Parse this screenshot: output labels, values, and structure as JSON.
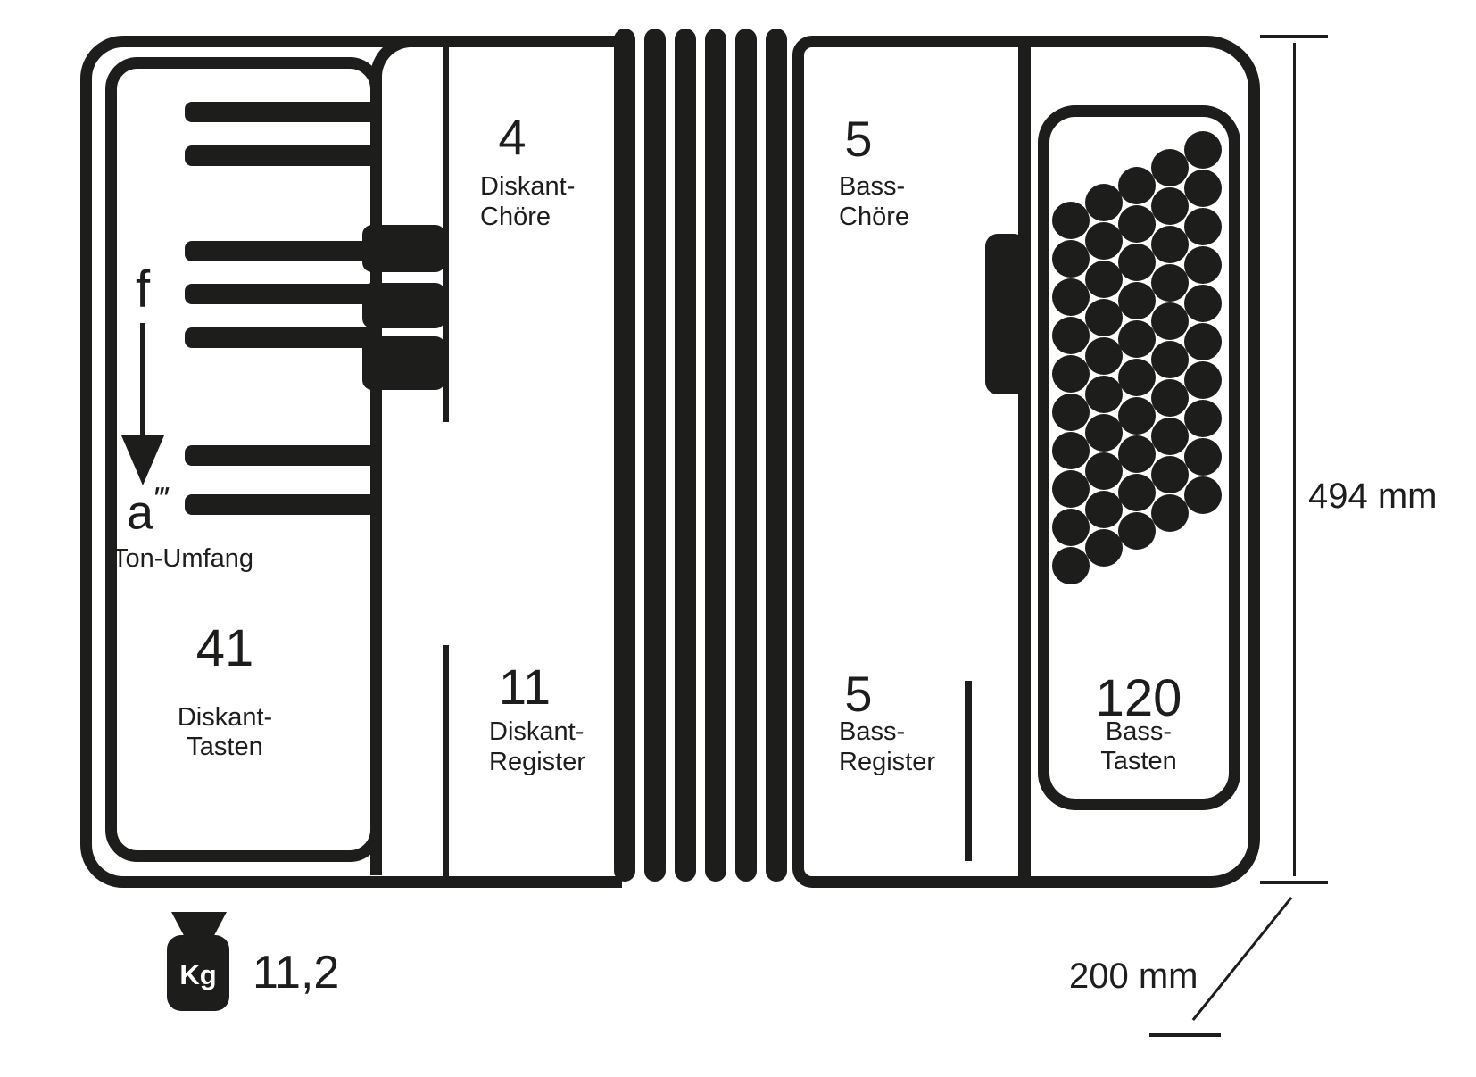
{
  "colors": {
    "ink": "#1d1d1b",
    "background": "#ffffff"
  },
  "treble": {
    "tone_range": {
      "start_note": "f",
      "end_note_base": "a",
      "end_note_marks": "‴",
      "label": "Ton-Umfang"
    },
    "keys": {
      "value": "41",
      "label": [
        "Diskant-",
        "Tasten"
      ]
    },
    "choirs": {
      "value": "4",
      "label": [
        "Diskant-",
        "Chöre"
      ]
    },
    "registers": {
      "value": "11",
      "label": [
        "Diskant-",
        "Register"
      ]
    },
    "black_key_bars": 7,
    "register_switch_blocks": 3
  },
  "bellows": {
    "folds": 6
  },
  "bass": {
    "choirs": {
      "value": "5",
      "label": [
        "Bass-",
        "Chöre"
      ]
    },
    "registers": {
      "value": "5",
      "label": [
        "Bass-",
        "Register"
      ]
    },
    "keys": {
      "value": "120",
      "label": [
        "Bass-",
        "Tasten"
      ]
    },
    "button_grid": {
      "columns": 5,
      "buttons_per_column": 10
    }
  },
  "dimensions": {
    "height": "494 mm",
    "depth": "200 mm"
  },
  "weight": {
    "unit": "Kg",
    "value": "11,2"
  }
}
